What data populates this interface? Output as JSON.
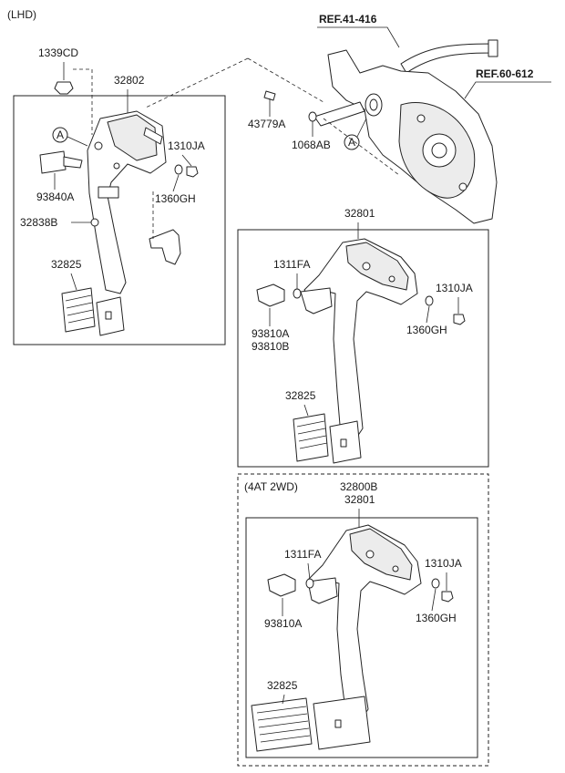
{
  "variant_label": "(LHD)",
  "refs": {
    "ref_41": "REF.41-416",
    "ref_60": "REF.60-612"
  },
  "callout_letter": "A",
  "group1": {
    "labels": {
      "p1339CD": "1339CD",
      "p32802": "32802",
      "p1310JA": "1310JA",
      "p93840A": "93840A",
      "p1360GH": "1360GH",
      "p32838B": "32838B",
      "p32825": "32825"
    }
  },
  "top": {
    "labels": {
      "p43779A": "43779A",
      "p1068AB": "1068AB"
    }
  },
  "group2": {
    "labels": {
      "p32801": "32801",
      "p1311FA": "1311FA",
      "p1310JA": "1310JA",
      "p93810A": "93810A",
      "p93810B": "93810B",
      "p1360GH": "1360GH",
      "p32825": "32825"
    }
  },
  "group3": {
    "variant": "(4AT 2WD)",
    "labels": {
      "p32800B": "32800B",
      "p32801": "32801",
      "p1311FA": "1311FA",
      "p1310JA": "1310JA",
      "p93810A": "93810A",
      "p1360GH": "1360GH",
      "p32825": "32825"
    }
  }
}
